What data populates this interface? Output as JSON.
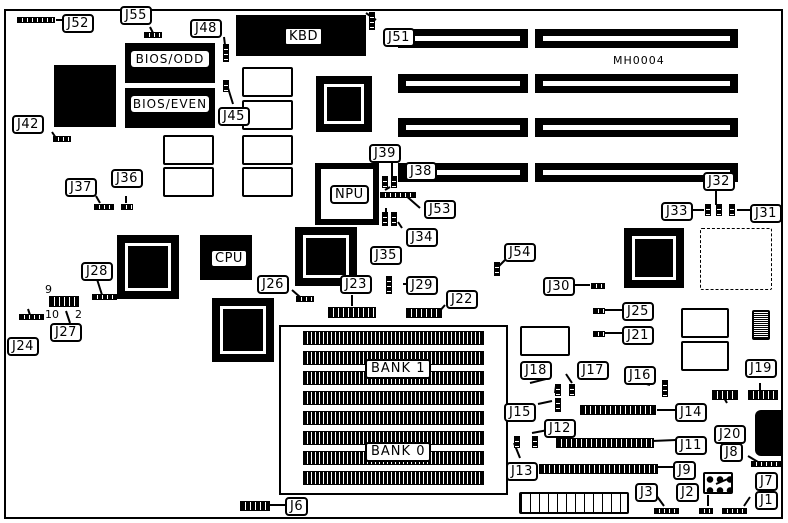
{
  "diagram": {
    "board_id": "MH0004",
    "components": {
      "kbd": "KBD",
      "bios_odd": "BIOS/ODD",
      "bios_even": "BIOS/EVEN",
      "npu": "NPU",
      "cpu": "CPU",
      "bank1": "BANK 1",
      "bank0": "BANK 0"
    },
    "pin_numbers": {
      "j27_top": "9",
      "j27_bottom_left": "10",
      "j27_bottom_right": "2"
    },
    "jumpers": {
      "J1": "J1",
      "J2": "J2",
      "J3": "J3",
      "J6": "J6",
      "J7": "J7",
      "J8": "J8",
      "J9": "J9",
      "J11": "J11",
      "J12": "J12",
      "J13": "J13",
      "J14": "J14",
      "J15": "J15",
      "J16": "J16",
      "J17": "J17",
      "J18": "J18",
      "J19": "J19",
      "J20": "J20",
      "J21": "J21",
      "J22": "J22",
      "J23": "J23",
      "J24": "J24",
      "J25": "J25",
      "J26": "J26",
      "J27": "J27",
      "J28": "J28",
      "J29": "J29",
      "J30": "J30",
      "J31": "J31",
      "J32": "J32",
      "J33": "J33",
      "J34": "J34",
      "J35": "J35",
      "J36": "J36",
      "J37": "J37",
      "J38": "J38",
      "J39": "J39",
      "J42": "J42",
      "J45": "J45",
      "J48": "J48",
      "J51": "J51",
      "J52": "J52",
      "J53": "J53",
      "J54": "J54",
      "J55": "J55"
    }
  }
}
